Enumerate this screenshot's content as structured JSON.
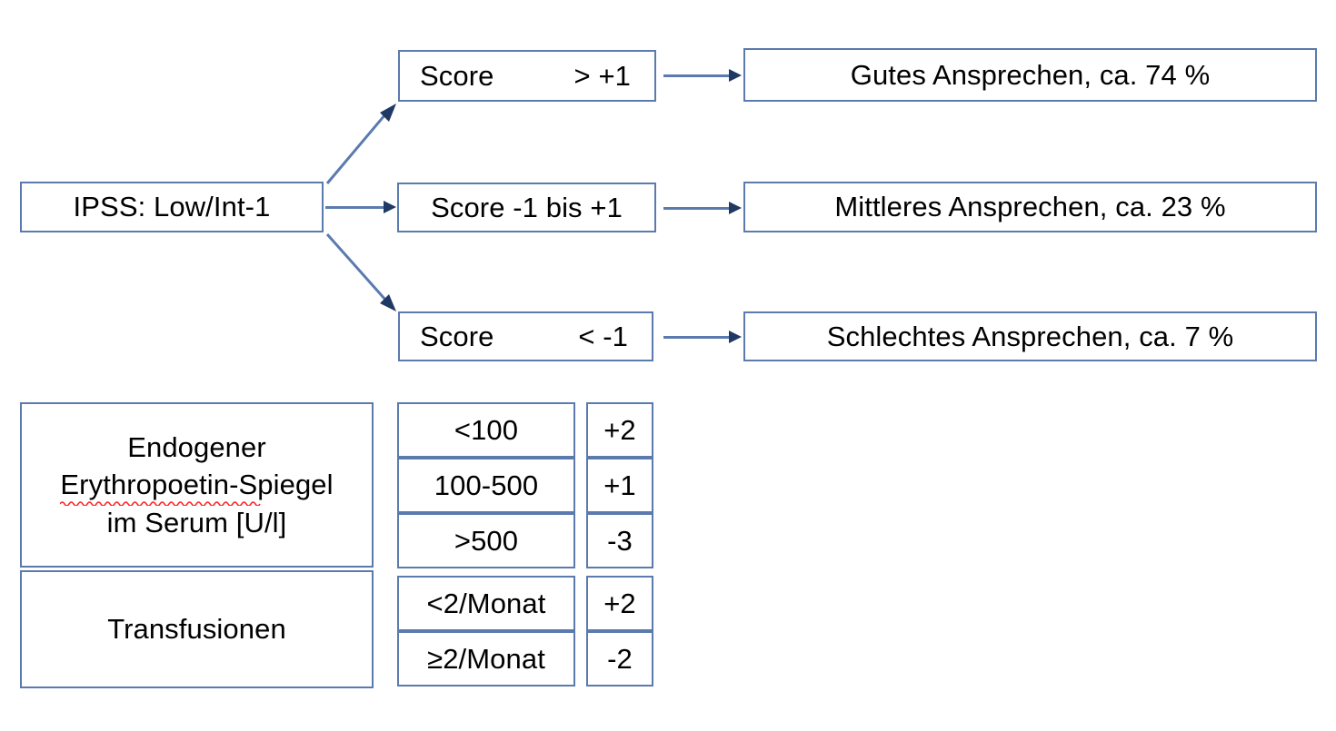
{
  "slide": {
    "language": "de",
    "background_color": "#ffffff",
    "border_color": "#5b7aae",
    "arrow_line_color": "#5b7aae",
    "arrow_head_color": "#1f3864",
    "text_color": "#000000",
    "spellcheck_underline_color": "#ff0000"
  },
  "flow": {
    "root": {
      "label": "IPSS: Low/Int-1"
    },
    "branches": [
      {
        "condition_label": "Score",
        "condition_value": "> +1",
        "outcome": "Gutes Ansprechen, ca. 74 %"
      },
      {
        "condition_label": "Score -1 bis +1",
        "condition_value": "",
        "outcome": "Mittleres Ansprechen, ca. 23 %"
      },
      {
        "condition_label": "Score",
        "condition_value": "< -1",
        "outcome": "Schlechtes Ansprechen, ca. 7 %"
      }
    ]
  },
  "scoring_table": {
    "groups": [
      {
        "label_lines": [
          "Endogener",
          "Erythropoetin-Spiegel",
          "im Serum [U/l]"
        ],
        "label_misspelled_word": "Erythropoetin",
        "rows": [
          {
            "value": "<100",
            "score": "+2"
          },
          {
            "value": "100-500",
            "score": "+1"
          },
          {
            "value": ">500",
            "score": "-3"
          }
        ]
      },
      {
        "label_lines": [
          "Transfusionen"
        ],
        "rows": [
          {
            "value": "<2/Monat",
            "score": "+2"
          },
          {
            "value": "≥2/Monat",
            "score": "-2"
          }
        ]
      }
    ]
  }
}
